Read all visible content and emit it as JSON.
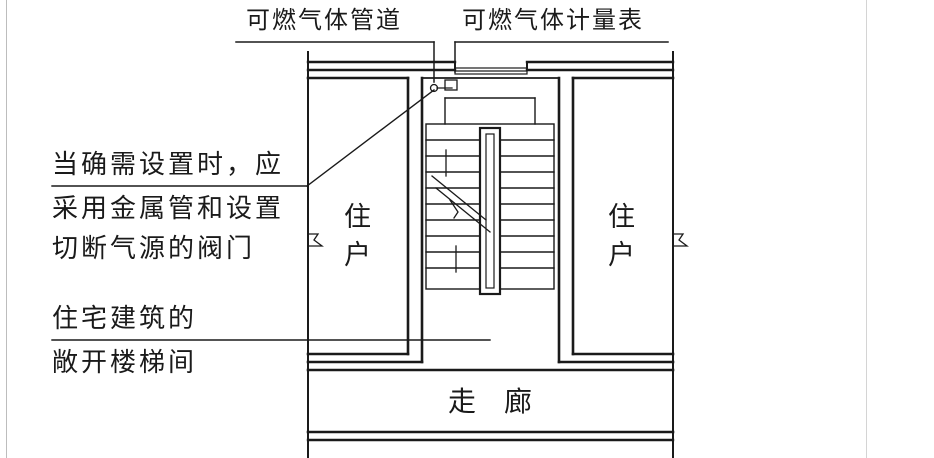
{
  "labels": {
    "gas_pipe": "可燃气体管道",
    "gas_meter": "可燃气体计量表",
    "note_line1": "当确需设置时，应",
    "note_line2": "采用金属管和设置",
    "note_line3": "切断气源的阀门",
    "stair_line1": "住宅建筑的",
    "stair_line2": "敞开楼梯间",
    "unit_left_1": "住",
    "unit_left_2": "户",
    "unit_right_1": "住",
    "unit_right_2": "户",
    "corridor": "走廊"
  }
}
